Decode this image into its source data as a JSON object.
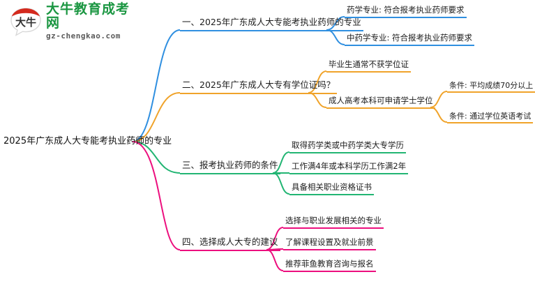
{
  "brand": {
    "logo_icon": "speech-bubble-logo-icon",
    "logo_glyph": "大牛",
    "title": "大牛教育成考网",
    "url": "gz-chengkao.com"
  },
  "mindmap": {
    "root": {
      "label": "2025年广东成人大专能考执业药师的专业"
    },
    "branches": [
      {
        "color": "#2f8fe0",
        "label": "一、2025年广东成人大专能考执业药师的专业",
        "children": [
          {
            "label": "药学专业: 符合报考执业药师要求",
            "children": []
          },
          {
            "label": "中药学专业: 符合报考执业药师要求",
            "children": []
          }
        ]
      },
      {
        "color": "#f0a32a",
        "label": "二、2025年广东成人大专有学位证吗？",
        "children": [
          {
            "label": "毕业生通常不获学位证",
            "children": []
          },
          {
            "label": "成人高考本科可申请学士学位",
            "children": [
              {
                "label": "条件: 平均成绩70分以上"
              },
              {
                "label": "条件: 通过学位英语考试"
              }
            ]
          }
        ]
      },
      {
        "color": "#22b573",
        "label": "三、报考执业药师的条件",
        "children": [
          {
            "label": "取得药学类或中药学类大专学历",
            "children": []
          },
          {
            "label": "工作满4年或本科学历工作满2年",
            "children": []
          },
          {
            "label": "具备相关职业资格证书",
            "children": []
          }
        ]
      },
      {
        "color": "#ec0f7e",
        "label": "四、选择成人大专的建议",
        "children": [
          {
            "label": "选择与职业发展相关的专业",
            "children": []
          },
          {
            "label": "了解课程设置及就业前景",
            "children": []
          },
          {
            "label": "推荐菲鱼教育咨询与报名",
            "children": []
          }
        ]
      }
    ]
  }
}
